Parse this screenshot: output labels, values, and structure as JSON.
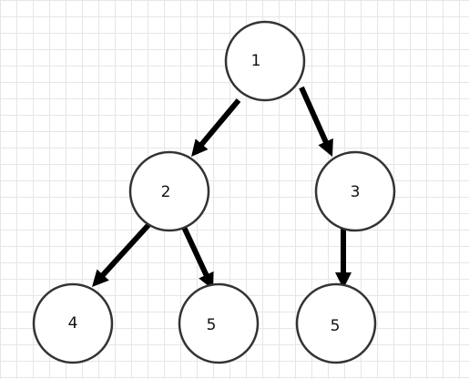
{
  "diagram": {
    "nodes": [
      {
        "id": "n1",
        "label": "1"
      },
      {
        "id": "n2",
        "label": "2"
      },
      {
        "id": "n3",
        "label": "3"
      },
      {
        "id": "n4",
        "label": "4"
      },
      {
        "id": "n5a",
        "label": "5"
      },
      {
        "id": "n5b",
        "label": "5"
      }
    ],
    "edges": [
      {
        "from": "n1",
        "to": "n2"
      },
      {
        "from": "n1",
        "to": "n3"
      },
      {
        "from": "n2",
        "to": "n4"
      },
      {
        "from": "n2",
        "to": "n5a"
      },
      {
        "from": "n3",
        "to": "n5b"
      }
    ],
    "colors": {
      "grid": "#e6e6e6",
      "node_stroke": "#333333",
      "node_fill": "#ffffff",
      "edge": "#000000"
    }
  }
}
